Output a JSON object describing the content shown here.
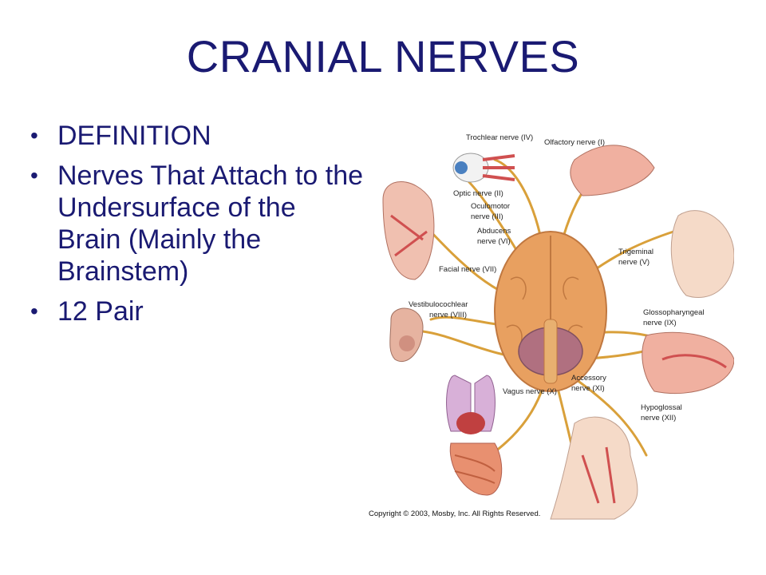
{
  "slide": {
    "title": "CRANIAL NERVES",
    "bullets": [
      "DEFINITION",
      "Nerves That Attach to the Undersurface of the Brain (Mainly the Brainstem)",
      "12 Pair"
    ]
  },
  "diagram": {
    "labels": {
      "trochlear": "Trochlear nerve (IV)",
      "olfactory": "Olfactory nerve (I)",
      "optic": "Optic nerve (II)",
      "oculomotor_1": "Oculomotor",
      "oculomotor_2": "nerve (III)",
      "abducens_1": "Abducens",
      "abducens_2": "nerve (VI)",
      "trigeminal_1": "Trigeminal",
      "trigeminal_2": "nerve (V)",
      "facial": "Facial nerve (VII)",
      "vestibulo_1": "Vestibulocochlear",
      "vestibulo_2": "nerve (VIII)",
      "glosso_1": "Glossopharyngeal",
      "glosso_2": "nerve (IX)",
      "accessory_1": "Accessory",
      "accessory_2": "nerve (XI)",
      "vagus": "Vagus nerve (X)",
      "hypoglossal_1": "Hypoglossal",
      "hypoglossal_2": "nerve (XII)"
    },
    "copyright": "Copyright © 2003, Mosby, Inc. All Rights Reserved."
  },
  "colors": {
    "title": "#1a1a72",
    "nerve": "#d9a03a",
    "brain": "#e8a060"
  }
}
